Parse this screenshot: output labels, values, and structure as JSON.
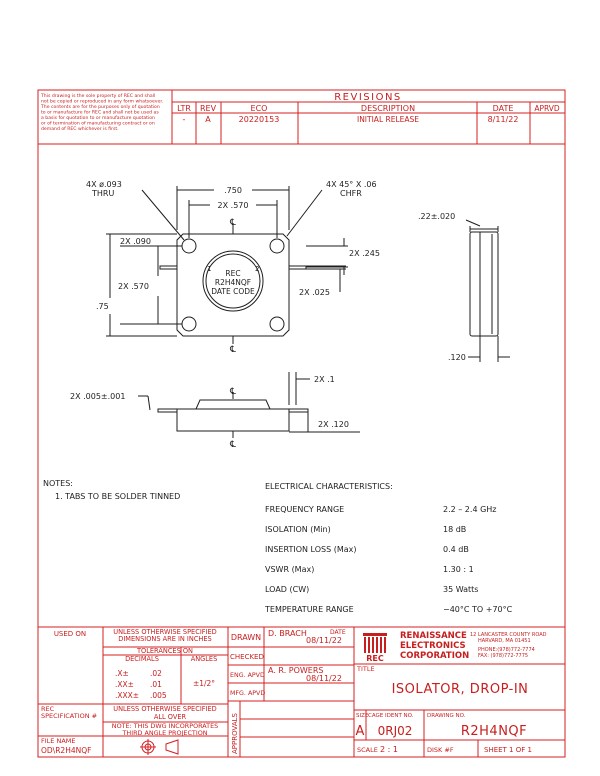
{
  "notice": {
    "lines": [
      "This drawing is the sole property of REC and shall",
      "not be copied or reproduced in any form whatsoever.",
      "The contents are for the purposes only of quotation",
      "to or manufacture for REC and shall not be used as",
      "a basis for quotation to or manufacture quotation",
      "or of termination of manufacturing contract or on",
      "demand of REC whichever is first."
    ]
  },
  "revisions": {
    "title": "REVISIONS",
    "headers": {
      "ltr": "LTR",
      "rev": "REV",
      "eco": "ECO",
      "description": "DESCRIPTION",
      "date": "DATE",
      "aprvd": "APRVD"
    },
    "row": {
      "ltr": "-",
      "rev": "A",
      "eco": "20220153",
      "description": "INITIAL RELEASE",
      "date": "8/11/22",
      "aprvd": ""
    }
  },
  "top_view": {
    "hole_note_1": "4X ø.093",
    "hole_note_2": "THRU",
    "chamfer_note_1": "4X 45° X .06",
    "chamfer_note_2": "CHFR",
    "dim_width": ".750",
    "dim_hole_spacing": "2X .570",
    "dim_edge_090": "2X .090",
    "dim_vert_570": "2X .570",
    "dim_height": ".75",
    "dim_tab_245": "2X .245",
    "dim_tab_025": "2X .025",
    "port1": "1",
    "port2": "2",
    "label_line1": "REC",
    "label_line2": "R2H4NQF",
    "label_line3": "DATE CODE",
    "centerline": "℄"
  },
  "side_view": {
    "dim_thickness": ".22±.020",
    "dim_120": ".120"
  },
  "front_view": {
    "dim_tab_thk": "2X .005±.001",
    "dim_1": "2X .1",
    "dim_120": "2X .120"
  },
  "notes": {
    "title": "NOTES:",
    "items": [
      "1. TABS TO BE SOLDER TINNED"
    ]
  },
  "electrical": {
    "title": "ELECTRICAL CHARACTERISTICS:",
    "rows": [
      {
        "label": "FREQUENCY RANGE",
        "value": "2.2 – 2.4 GHz"
      },
      {
        "label": "ISOLATION (Min)",
        "value": "18 dB"
      },
      {
        "label": "INSERTION LOSS (Max)",
        "value": "0.4 dB"
      },
      {
        "label": "VSWR (Max)",
        "value": "1.30 : 1"
      },
      {
        "label": "LOAD (CW)",
        "value": "35 Watts"
      },
      {
        "label": "TEMPERATURE RANGE",
        "value": "−40°C TO +70°C"
      }
    ]
  },
  "title_block": {
    "used_on": "USED ON",
    "unless_1": "UNLESS OTHERWISE SPECIFIED",
    "unless_2": "DIMENSIONS ARE IN INCHES",
    "tolerances": "TOLERANCES ON",
    "decimals": "DECIMALS",
    "angles": "ANGLES",
    "tol_x": ".X±",
    "tol_x_val": ".02",
    "tol_xx": ".XX±",
    "tol_xx_val": ".01",
    "tol_xxx": ".XXX±",
    "tol_xxx_val": ".005",
    "tol_angle": "±1/2°",
    "rec_spec_1": "REC",
    "rec_spec_2": "SPECIFICATION #",
    "finish_1": "UNLESS OTHERWISE SPECIFIED",
    "finish_2": "ALL OVER",
    "note_1": "NOTE: THIS DWG INCORPORATES",
    "note_2": "THIRD ANGLE PROJECTION",
    "file_name_label": "FILE NAME",
    "file_name": "OD\\R2H4NQF",
    "drawn": "DRAWN",
    "drawn_by": "D. BRACH",
    "date_label": "DATE",
    "drawn_date": "08/11/22",
    "checked": "CHECKED",
    "eng_apvd": "ENG. APVD",
    "eng_by": "A. R. POWERS",
    "eng_date": "08/11/22",
    "mfg_apvd": "MFG. APVD",
    "approvals": "APPROVALS",
    "company_1": "RENAISSANCE",
    "company_2": "ELECTRONICS",
    "company_3": "CORPORATION",
    "logo_text": "REC",
    "addr_1": "12 LANCASTER COUNTY ROAD",
    "addr_2": "HARVARD, MA 01451",
    "phone": "PHONE:(978)772-7774",
    "fax": "FAX:   (978)772-7775",
    "title_label": "TITLE",
    "title": "ISOLATOR, DROP-IN",
    "size_label": "SIZE",
    "size": "A",
    "cage_label": "CAGE IDENT NO.",
    "cage": "0RJ02",
    "dwg_label": "DRAWING NO.",
    "dwg_no": "R2H4NQF",
    "scale_label": "SCALE",
    "scale": "2 : 1",
    "disk_label": "DISK #F",
    "sheet": "SHEET 1 OF 1"
  }
}
